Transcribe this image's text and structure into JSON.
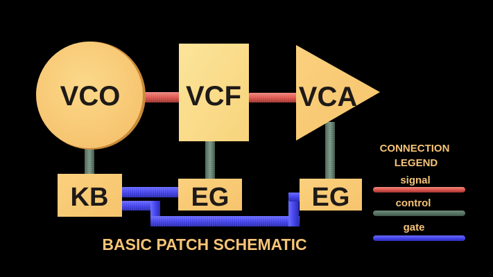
{
  "diagram": {
    "title": "BASIC PATCH SCHEMATIC",
    "nodes": {
      "vco": {
        "label": "VCO",
        "shape": "circle"
      },
      "vcf": {
        "label": "VCF",
        "shape": "rectangle"
      },
      "vca": {
        "label": "VCA",
        "shape": "triangle"
      },
      "kb": {
        "label": "KB",
        "shape": "rectangle"
      },
      "eg1": {
        "label": "EG",
        "shape": "rectangle"
      },
      "eg2": {
        "label": "EG",
        "shape": "rectangle"
      }
    },
    "connections": [
      {
        "from": "VCO",
        "to": "VCF",
        "type": "signal"
      },
      {
        "from": "VCF",
        "to": "VCA",
        "type": "signal"
      },
      {
        "from": "KB",
        "to": "VCO",
        "type": "control"
      },
      {
        "from": "EG",
        "to": "VCF",
        "type": "control"
      },
      {
        "from": "EG",
        "to": "VCA",
        "type": "control"
      },
      {
        "from": "KB",
        "to": "EG",
        "type": "gate"
      },
      {
        "from": "KB",
        "to": "EG",
        "type": "gate"
      }
    ],
    "legend": {
      "title_line1": "CONNECTION",
      "title_line2": "LEGEND",
      "items": [
        {
          "label": "signal",
          "color": "#d9534f"
        },
        {
          "label": "control",
          "color": "#4f6a5c"
        },
        {
          "label": "gate",
          "color": "#3d3ee0"
        }
      ]
    },
    "colors": {
      "node_fill": "#f8c978",
      "node_fill_light": "#fbe08f",
      "text_orange": "#f6c477",
      "background": "#000000"
    }
  }
}
